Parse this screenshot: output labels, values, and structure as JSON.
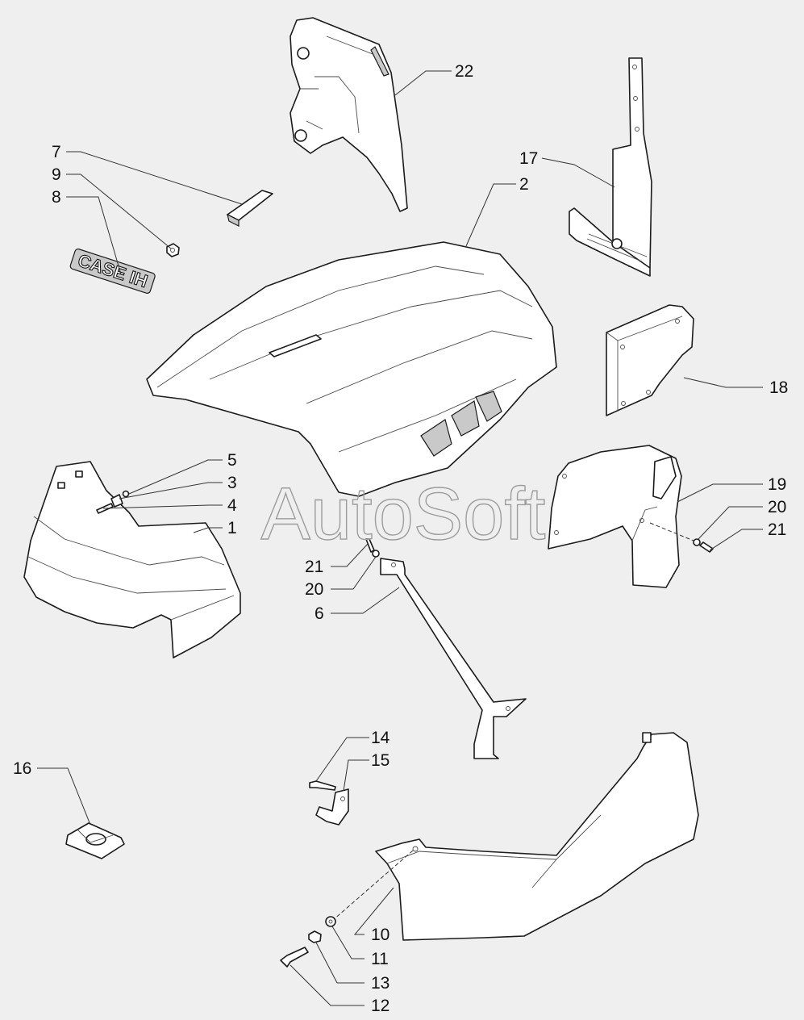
{
  "watermark": "AutoSoft",
  "logo_text": "CASE IH",
  "callouts": [
    "22",
    "7",
    "9",
    "8",
    "17",
    "2",
    "18",
    "5",
    "3",
    "4",
    "1",
    "19",
    "20",
    "21",
    "21",
    "20",
    "6",
    "14",
    "15",
    "16",
    "10",
    "11",
    "13",
    "12"
  ]
}
